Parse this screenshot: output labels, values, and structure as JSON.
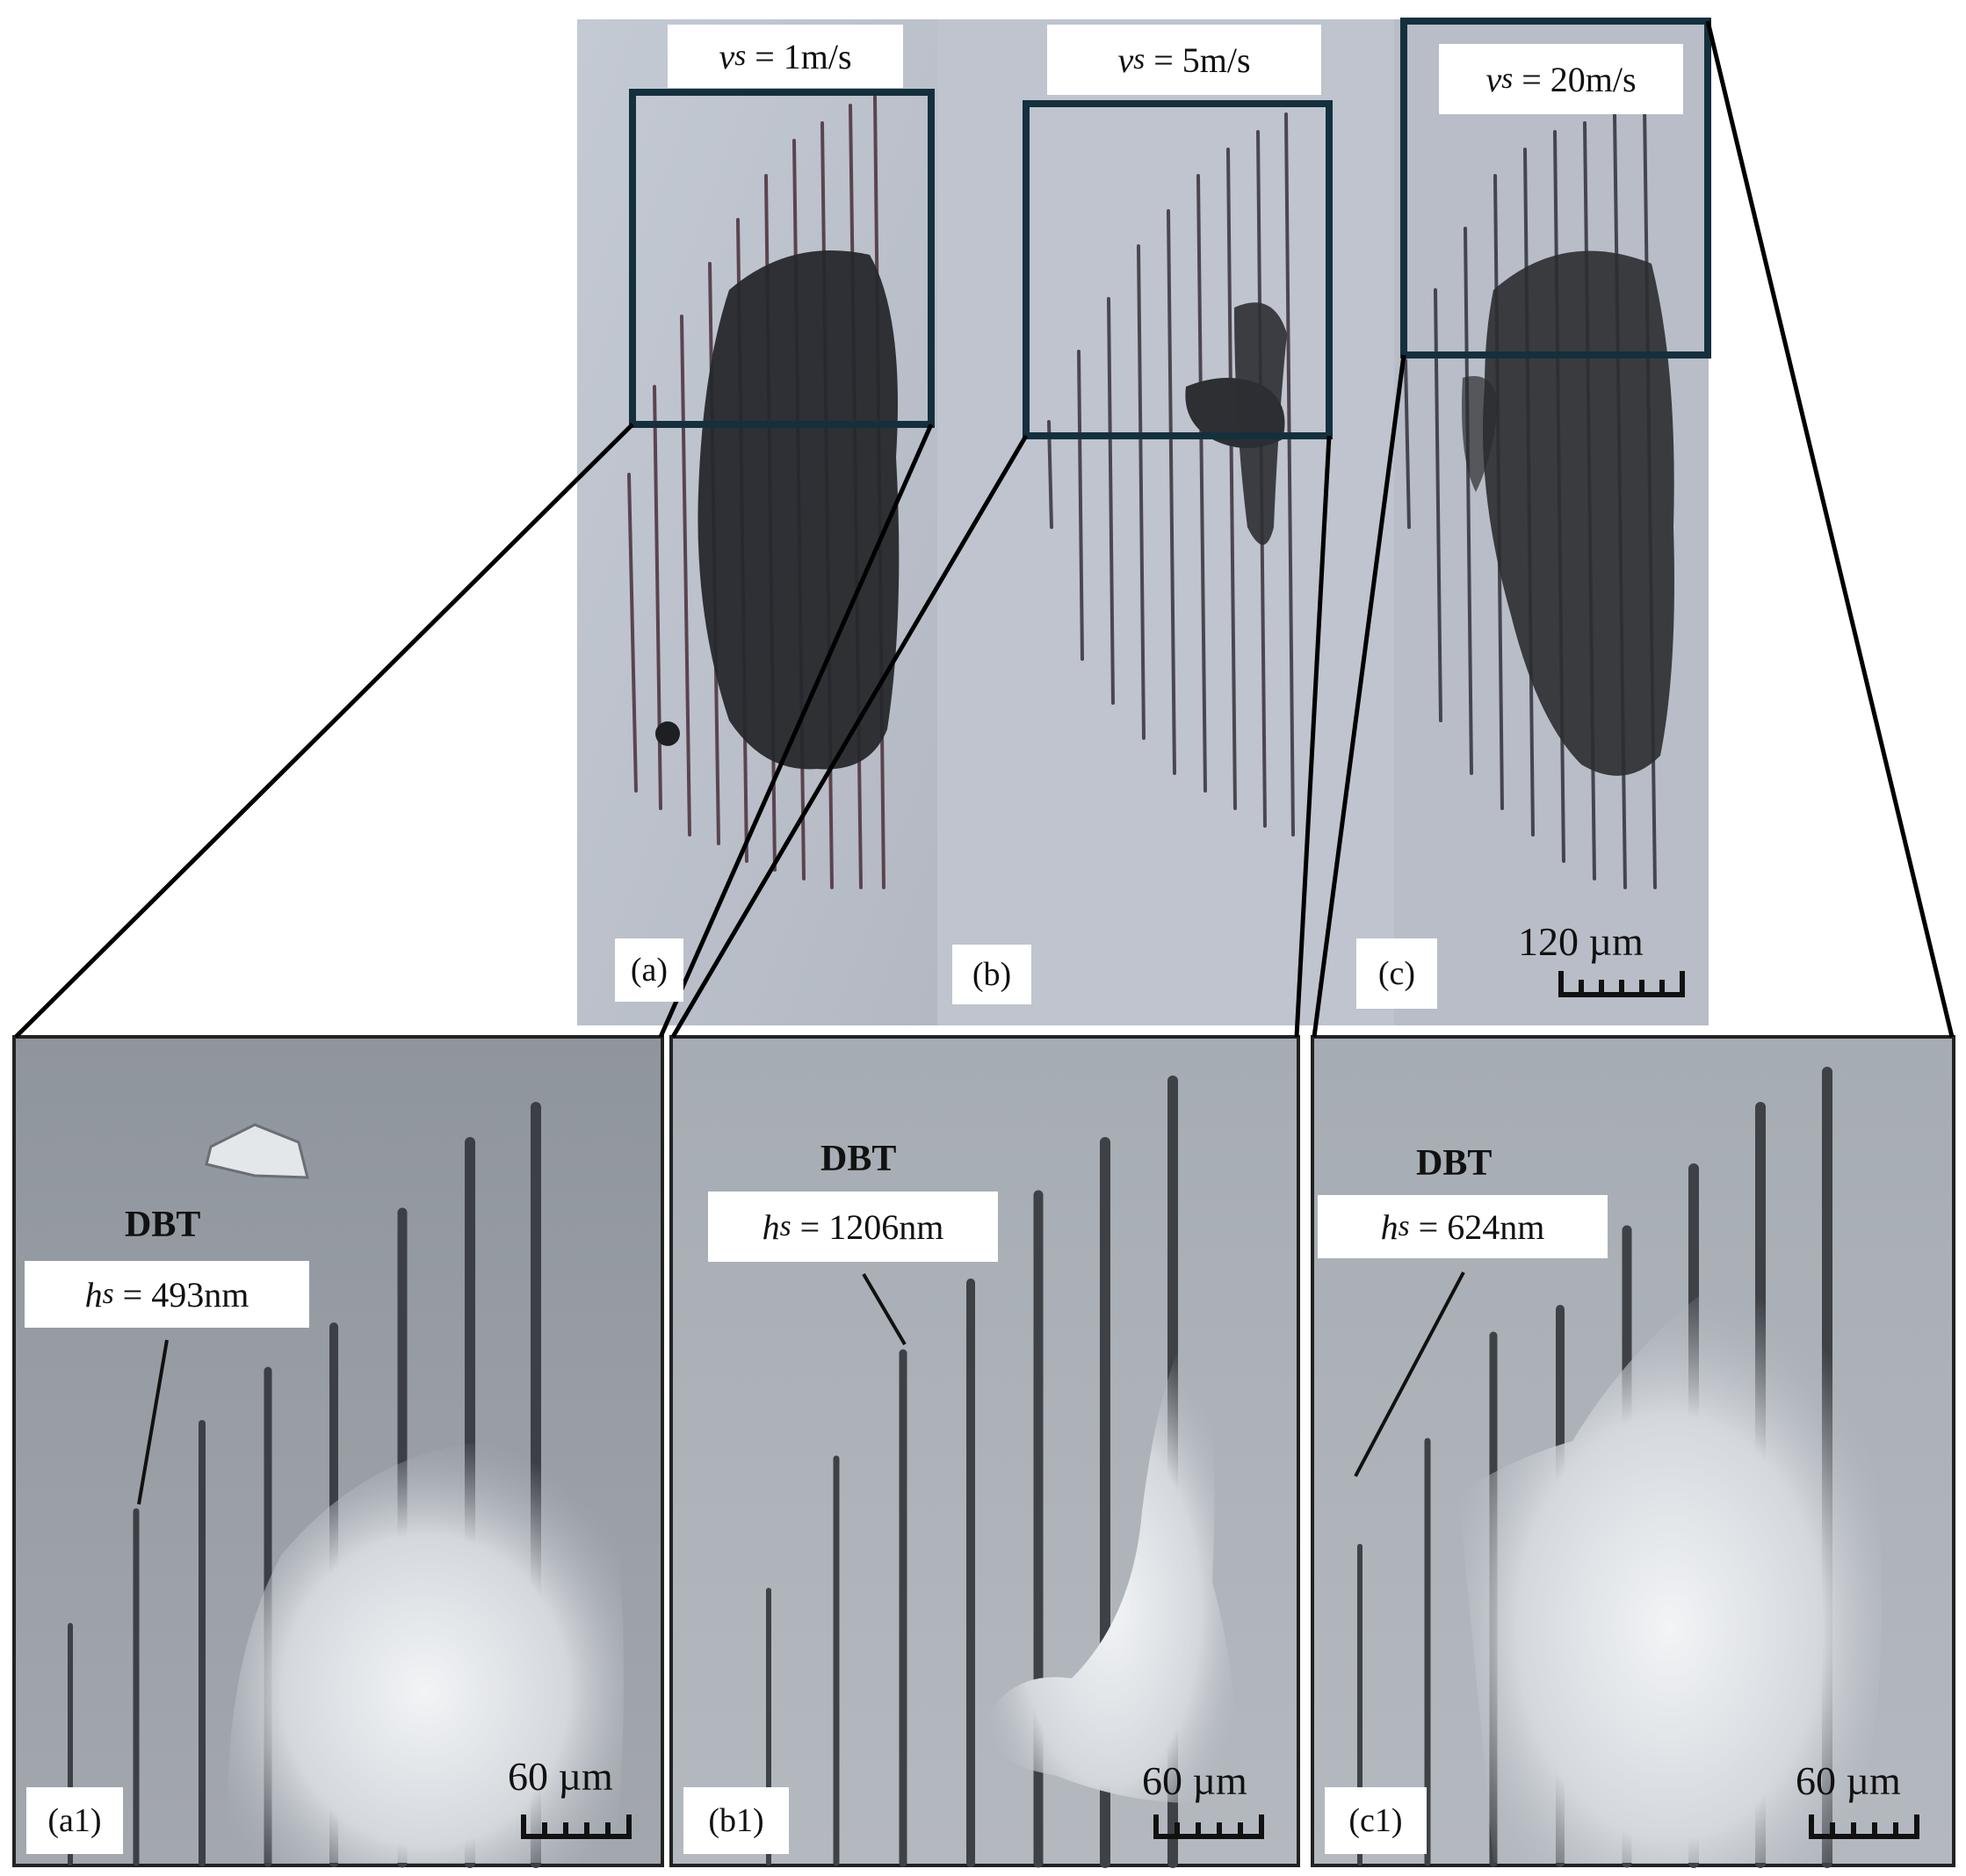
{
  "panels_top": [
    {
      "label": "(a)",
      "speed": "1m/s"
    },
    {
      "label": "(b)",
      "speed": "5m/s"
    },
    {
      "label": "(c)",
      "speed": "20m/s"
    }
  ],
  "panels_bottom": [
    {
      "label": "(a1)",
      "transition": "DBT",
      "depth": "493nm"
    },
    {
      "label": "(b1)",
      "transition": "DBT",
      "depth": "1206nm"
    },
    {
      "label": "(c1)",
      "transition": "DBT",
      "depth": "624nm"
    }
  ],
  "symbols": {
    "speed": "v",
    "speed_sub": "s",
    "depth": "h",
    "depth_sub": "s",
    "equals": "="
  },
  "scale_bars": {
    "top": "120 µm",
    "bottom": "60 µm"
  },
  "colors": {
    "top_bg": "#b9bfca",
    "bottom_bg": "#9ba1a8",
    "debris": "#2a2c30",
    "box_stroke": "#14303d",
    "connector": "#000000"
  }
}
